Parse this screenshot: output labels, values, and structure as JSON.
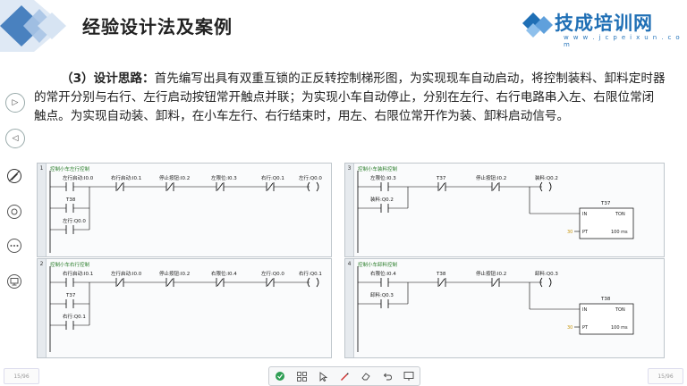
{
  "header": {
    "title": "经验设计法及案例",
    "logo_text": "技成培训网",
    "logo_url": "w w w . j c p e i x u n . c o m"
  },
  "content": {
    "label": "（3）设计思路：",
    "text": "首先编写出具有双重互锁的正反转控制梯形图，为实现现车自动启动，将控制装料、卸料定时器的常开分别与右行、左行启动按钮常开触点并联；为实现小车自动停止，分别在左行、右行电路串入左、右限位常闭触点。为实现自动装、卸料，在小车左行、右行结束时，用左、右限位常开作为装、卸料启动信号。"
  },
  "networks": [
    {
      "num": "1",
      "title": "控制小车左行控制",
      "row1": [
        "左行启动:I0.0",
        "右行启动:I0.1",
        "停止按钮:I0.2",
        "左限位:I0.3",
        "右行:Q0.1",
        "左行:Q0.0"
      ],
      "branch": [
        "T38",
        "左行:Q0.0"
      ]
    },
    {
      "num": "2",
      "title": "控制小车右行控制",
      "row1": [
        "右行启动:I0.1",
        "左行启动:I0.0",
        "停止按钮:I0.2",
        "右限位:I0.4",
        "左行:Q0.0",
        "右行:Q0.1"
      ],
      "branch": [
        "T37",
        "右行:Q0.1"
      ]
    },
    {
      "num": "3",
      "title": "控制小车装料控制",
      "row1": [
        "左限位:I0.3",
        "T37",
        "停止按钮:I0.2",
        "装料:Q0.2"
      ],
      "branch": [
        "装料:Q0.2"
      ],
      "timer": {
        "name": "T37",
        "in": "IN",
        "type": "TON",
        "pt": "PT",
        "preset": "30",
        "unit": "100 ms"
      }
    },
    {
      "num": "4",
      "title": "控制小车卸料控制",
      "row1": [
        "右限位:I0.4",
        "T38",
        "停止按钮:I0.2",
        "卸料:Q0.3"
      ],
      "branch": [
        "卸料:Q0.3"
      ],
      "timer": {
        "name": "T38",
        "in": "IN",
        "type": "TON",
        "pt": "PT",
        "preset": "30",
        "unit": "100 ms"
      }
    }
  ],
  "sidebar": {
    "prev_label": "▷",
    "next_label": "◁",
    "tool_icons": [
      "pen-off-icon",
      "settings-icon",
      "more-icon",
      "desktop-icon"
    ]
  },
  "footer": {
    "page_left": "15/96",
    "page_right": "15/96"
  },
  "colors": {
    "accent": "#1f6fb5",
    "title_deco": "#2f6eb5",
    "net_title": "#2a7d2a",
    "preset": "#d4a017"
  }
}
